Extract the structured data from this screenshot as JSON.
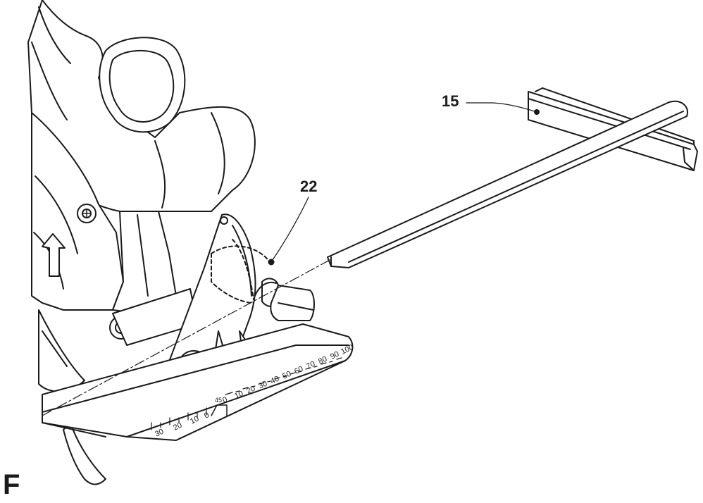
{
  "figure": {
    "letter": "F",
    "callouts": [
      {
        "id": "15",
        "label": "15",
        "part": "rip-fence"
      },
      {
        "id": "22",
        "label": "22",
        "part": "bevel-lock-knob"
      }
    ],
    "scale_left": [
      "30",
      "20",
      "10",
      "0"
    ],
    "scale_right": [
      "0",
      "10",
      "20",
      "30",
      "40",
      "50",
      "60",
      "70",
      "80",
      "90",
      "100"
    ],
    "scale_notch_label": "45"
  },
  "colors": {
    "line": "#1a1a1a",
    "fill": "#ffffff"
  }
}
